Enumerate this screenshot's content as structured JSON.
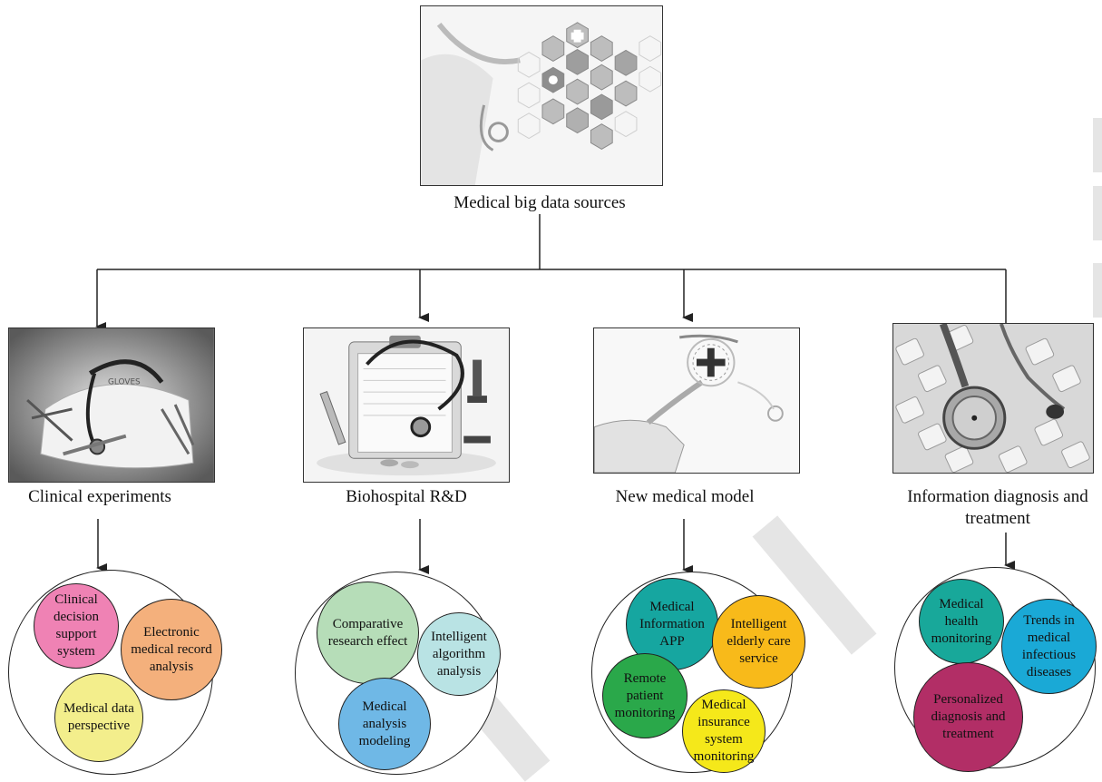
{
  "top": {
    "label": "Medical big data sources",
    "image": "medical-hexagon-icons-photo"
  },
  "categories": [
    {
      "key": "clinical",
      "label": "Clinical experiments",
      "image": "surgical-tools-photo",
      "bubbles": [
        {
          "text": "Clinical decision support system",
          "color": "#ef82b4"
        },
        {
          "text": "Electronic medical record analysis",
          "color": "#f4b07c"
        },
        {
          "text": "Medical data perspective",
          "color": "#f3ee8c"
        }
      ]
    },
    {
      "key": "biohospital",
      "label": "Biohospital R&D",
      "image": "clipboard-stethoscope-photo",
      "bubbles": [
        {
          "text": "Comparative research effect",
          "color": "#b6ddb8"
        },
        {
          "text": "Intelligent algorithm analysis",
          "color": "#b9e3e4"
        },
        {
          "text": "Medical analysis modeling",
          "color": "#6fb8e6"
        }
      ]
    },
    {
      "key": "newmodel",
      "label": "New medical model",
      "image": "hand-medical-cross-photo",
      "bubbles": [
        {
          "text": "Medical Information APP",
          "color": "#16a6a0"
        },
        {
          "text": "Intelligent elderly care service",
          "color": "#f8ba1a"
        },
        {
          "text": "Remote patient monitoring",
          "color": "#2aa84a"
        },
        {
          "text": "Medical insurance system monitoring",
          "color": "#f5e81a"
        }
      ]
    },
    {
      "key": "info",
      "label": "Information diagnosis and treatment",
      "image": "keyboard-stethoscope-photo",
      "bubbles": [
        {
          "text": "Medical health monitoring",
          "color": "#18a89a"
        },
        {
          "text": "Trends in medical infectious diseases",
          "color": "#1aa9d6"
        },
        {
          "text": "Personalized diagnosis and treatment",
          "color": "#b22e66"
        }
      ]
    }
  ]
}
